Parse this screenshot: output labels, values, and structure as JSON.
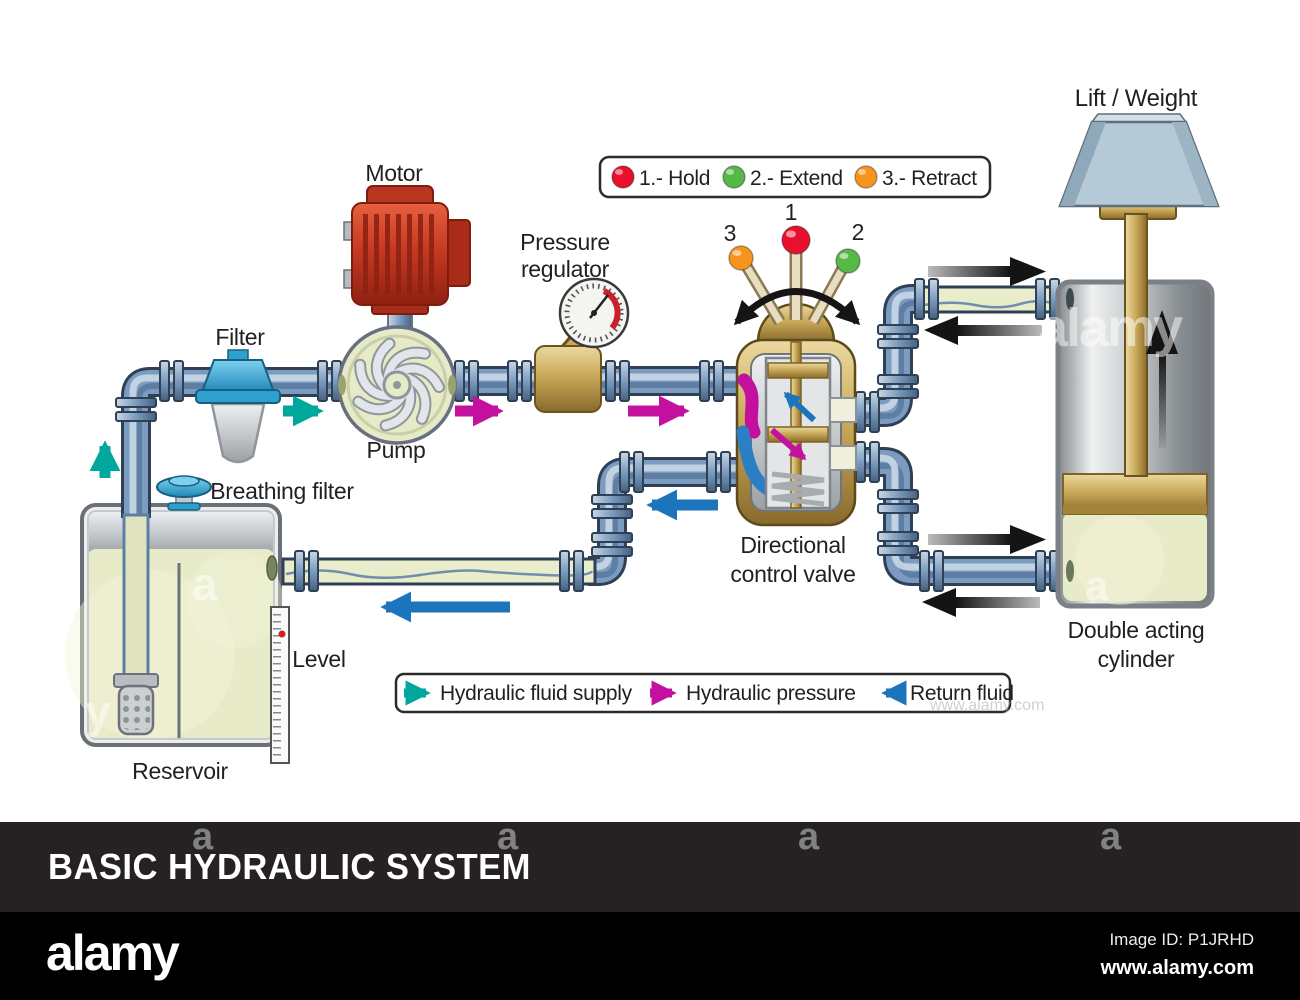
{
  "title_bar": {
    "title": "BASIC HYDRAULIC SYSTEM"
  },
  "footer": {
    "logo": "alamy",
    "image_id": "Image ID: P1JRHD",
    "url": "www.alamy.com"
  },
  "watermark": {
    "letter": "a",
    "letter2": "y",
    "logo": "alamy",
    "url": "www.alamy.com"
  },
  "diagram": {
    "labels": {
      "motor": "Motor",
      "filter": "Filter",
      "pump": "Pump",
      "pressure_regulator": [
        "Pressure",
        "regulator"
      ],
      "breathing_filter": "Breathing filter",
      "level": "Level",
      "reservoir": "Reservoir",
      "directional_valve": [
        "Directional",
        "control valve"
      ],
      "double_acting_cylinder": [
        "Double acting",
        "cylinder"
      ],
      "lift_weight": "Lift / Weight"
    },
    "valve_positions": [
      {
        "number": "1",
        "name": "Hold",
        "color": "#e8112d"
      },
      {
        "number": "2",
        "name": "Extend",
        "color": "#56b947"
      },
      {
        "number": "3",
        "name": "Retract",
        "color": "#f7941e"
      }
    ],
    "legend_states": {
      "items": [
        {
          "text": "1.- Hold",
          "color": "#e8112d"
        },
        {
          "text": "2.- Extend",
          "color": "#56b947"
        },
        {
          "text": "3.- Retract",
          "color": "#f7941e"
        }
      ]
    },
    "legend_flows": {
      "items": [
        {
          "text": "Hydraulic fluid supply",
          "color": "#00a79d",
          "direction": "right"
        },
        {
          "text": "Hydraulic pressure",
          "color": "#c4109f",
          "direction": "right"
        },
        {
          "text": "Return fluid",
          "color": "#1c75bc",
          "direction": "left"
        }
      ]
    },
    "colors": {
      "pipe": "#7b9cc0",
      "fluid": "#e7ebc7",
      "brass": "#c9a959",
      "motor_red": "#c63a22",
      "supply_arrow": "#00a79d",
      "pressure_arrow": "#c4109f",
      "return_arrow": "#1c75bc"
    }
  }
}
